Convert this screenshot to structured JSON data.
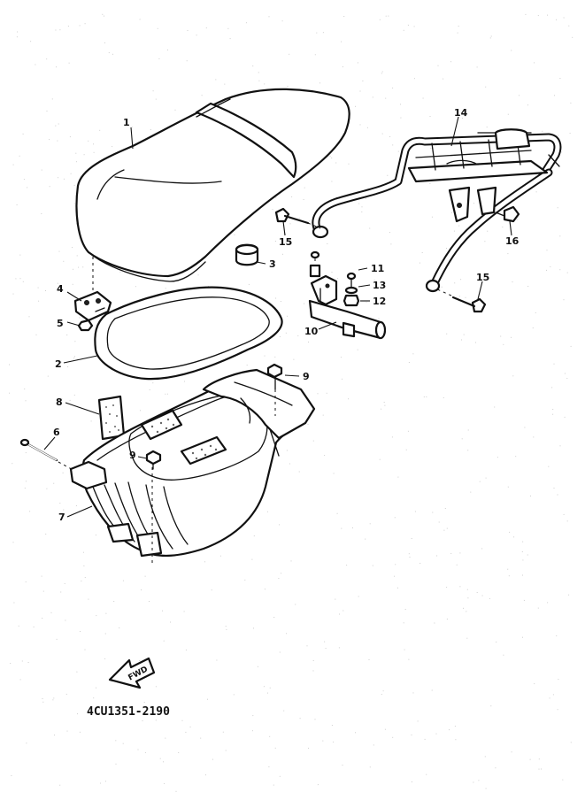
{
  "diagram": {
    "drawing_code": "4CU1351-2190",
    "fwd_label": "FWD",
    "callouts": [
      {
        "id": "1",
        "part": "seat"
      },
      {
        "id": "2",
        "part": "seal"
      },
      {
        "id": "3",
        "part": "damper"
      },
      {
        "id": "4",
        "part": "hinge"
      },
      {
        "id": "5",
        "part": "nut"
      },
      {
        "id": "6",
        "part": "pin"
      },
      {
        "id": "7",
        "part": "storage-box"
      },
      {
        "id": "8",
        "part": "pad"
      },
      {
        "id": "9",
        "part": "bolt"
      },
      {
        "id": "10",
        "part": "lock"
      },
      {
        "id": "11",
        "part": "bolt"
      },
      {
        "id": "12",
        "part": "nut"
      },
      {
        "id": "13",
        "part": "washer"
      },
      {
        "id": "14",
        "part": "carrier"
      },
      {
        "id": "15",
        "part": "bolt"
      },
      {
        "id": "16",
        "part": "bolt"
      }
    ]
  }
}
